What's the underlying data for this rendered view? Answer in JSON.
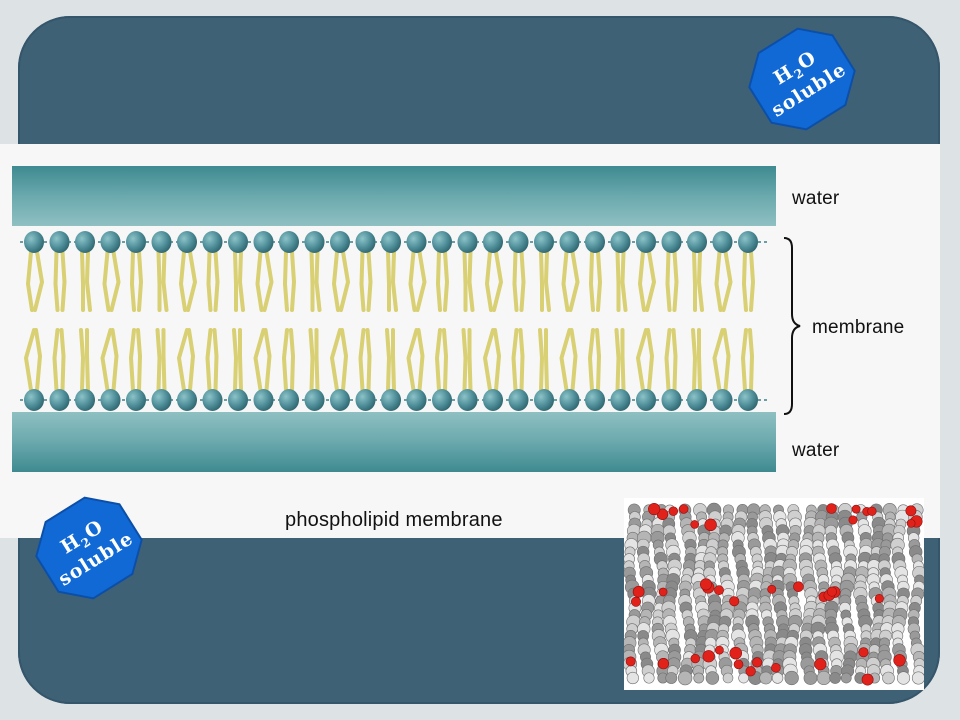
{
  "diagram": {
    "label_water_top": "water",
    "label_membrane": "membrane",
    "label_water_bottom": "water",
    "caption": "phospholipid membrane"
  },
  "badge_top": {
    "chem_main": "H",
    "chem_sub": "2",
    "chem_end": "O",
    "word": "soluble"
  },
  "badge_bottom": {
    "chem_main": "H",
    "chem_sub": "2",
    "chem_end": "O",
    "word": "soluble"
  },
  "colors": {
    "slide_bg": "#3f6175",
    "water": "#5e9ea3",
    "head": "#4e8d98",
    "tail": "#d9cf73",
    "badge": "#1169d6",
    "oxygen": "#e0221a",
    "carbon": "#bdbdbd"
  }
}
